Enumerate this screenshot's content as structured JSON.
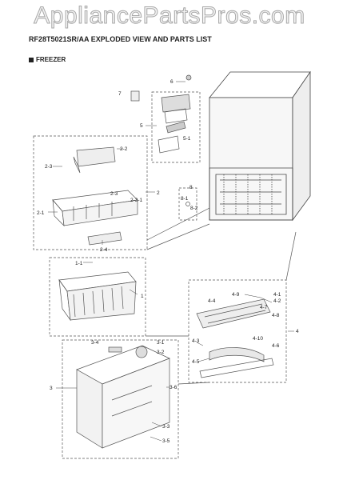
{
  "watermark": "AppliancePartsPros.com",
  "title": "RF28T5021SR/AA EXPLODED VIEW AND PARTS LIST",
  "section": "FREEZER",
  "labels": {
    "p6": "6",
    "p7": "7",
    "p5": "5",
    "p5_1": "5-1",
    "p2_2": "2-2",
    "p2_3a": "2-3",
    "p2_3b": "2-3",
    "p2_3_1": "2-3-1",
    "p2": "2",
    "p2_1": "2-1",
    "p2_4": "2-4",
    "p8": "8",
    "p8_1": "8-1",
    "p8_2": "8-2",
    "p1_1": "1-1",
    "p1": "1",
    "p4_9": "4-9",
    "p4_4": "4-4",
    "p4_1": "4-1",
    "p4_2": "4-2",
    "p4_7": "4-7",
    "p4_8": "4-8",
    "p4": "4",
    "p4_3": "4-3",
    "p4_10": "4-10",
    "p4_6": "4-6",
    "p4_5": "4-5",
    "p3_4": "3-4",
    "p3_1": "3-1",
    "p3_2": "3-2",
    "p3": "3",
    "p3_6": "3-6",
    "p3_3": "3-3",
    "p3_5": "3-5"
  }
}
